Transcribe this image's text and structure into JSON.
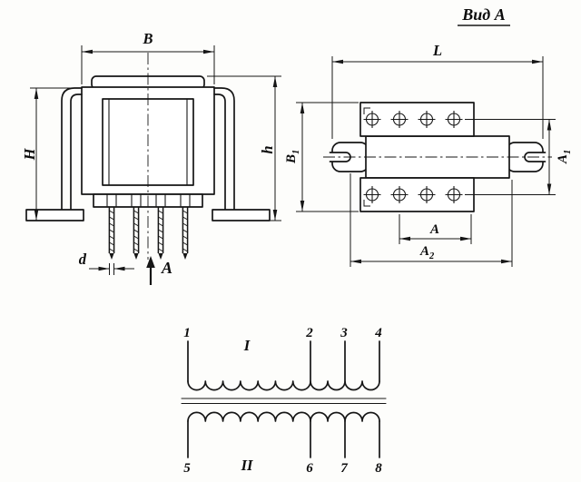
{
  "front_view": {
    "dim_b": "B",
    "dim_h_cap": "H",
    "dim_h": "h",
    "dim_d": "d",
    "view_arrow_label": "A"
  },
  "view_a": {
    "title": "Вид А",
    "dim_l": "L",
    "dim_b1_base": "B",
    "dim_b1_sub": "1",
    "dim_a1_base": "A",
    "dim_a1_sub": "1",
    "dim_a": "A",
    "dim_a2_base": "A",
    "dim_a2_sub": "2"
  },
  "schematic": {
    "primary": "I",
    "secondary": "II",
    "terminals_top": [
      "1",
      "2",
      "3",
      "4"
    ],
    "terminals_bottom": [
      "5",
      "6",
      "7",
      "8"
    ]
  }
}
